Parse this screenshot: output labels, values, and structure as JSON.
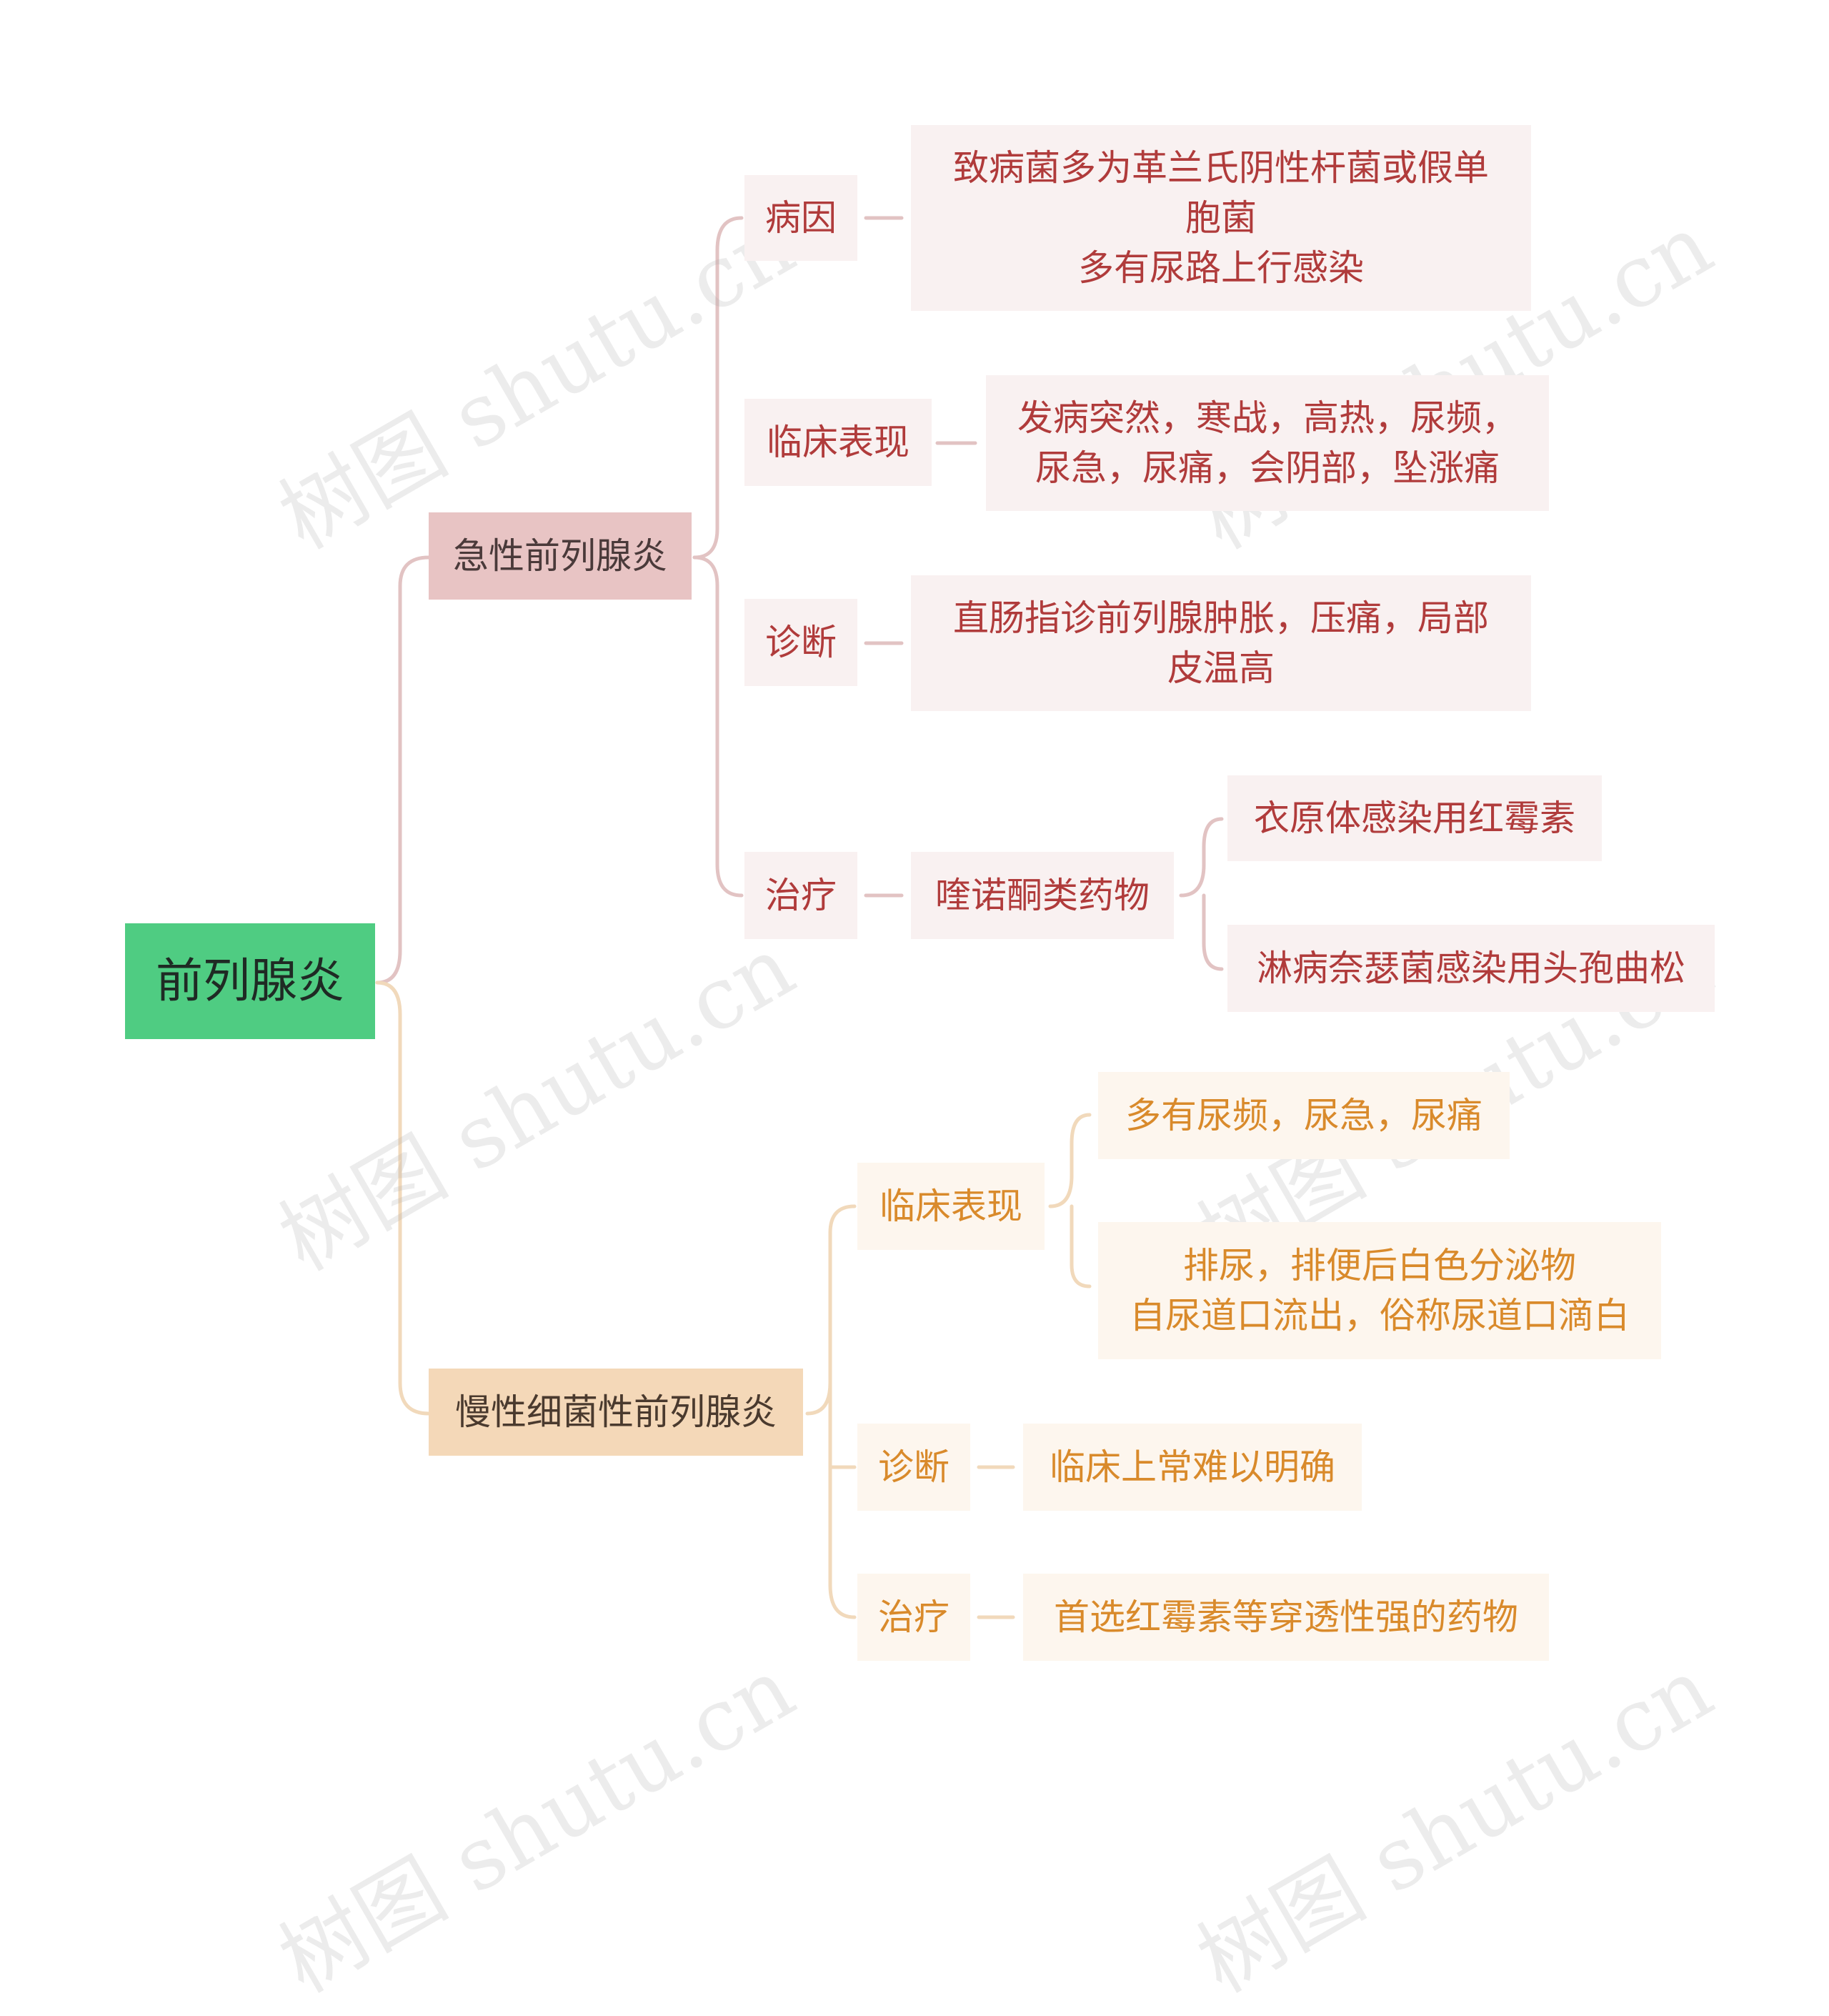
{
  "root": {
    "label": "前列腺炎"
  },
  "acute": {
    "label": "急性前列腺炎",
    "cause": {
      "label": "病因",
      "detail": "致病菌多为革兰氏阴性杆菌或假单\n胞菌\n多有尿路上行感染"
    },
    "clinical": {
      "label": "临床表现",
      "detail": "发病突然，寒战，高热，尿频，\n尿急，尿痛，会阴部，坠涨痛"
    },
    "diagnosis": {
      "label": "诊断",
      "detail": "直肠指诊前列腺肿胀，压痛，局部\n皮温高"
    },
    "treatment": {
      "label": "治疗",
      "drug": "喹诺酮类药物",
      "items": [
        "衣原体感染用红霉素",
        "淋病奈瑟菌感染用头孢曲松"
      ]
    }
  },
  "chronic": {
    "label": "慢性细菌性前列腺炎",
    "clinical": {
      "label": "临床表现",
      "items": [
        "多有尿频，尿急，尿痛",
        "排尿，排便后白色分泌物\n自尿道口流出，俗称尿道口滴白"
      ]
    },
    "diagnosis": {
      "label": "诊断",
      "detail": "临床上常难以明确"
    },
    "treatment": {
      "label": "治疗",
      "detail": "首选红霉素等穿透性强的药物"
    }
  },
  "watermark": "树图 shutu.cn",
  "colors": {
    "root": "#4fcc82",
    "acute_line": "#e2c3c3",
    "chronic_line": "#f1d9bb",
    "acute_text": "#b03b3b",
    "chronic_text": "#d98a2b"
  }
}
